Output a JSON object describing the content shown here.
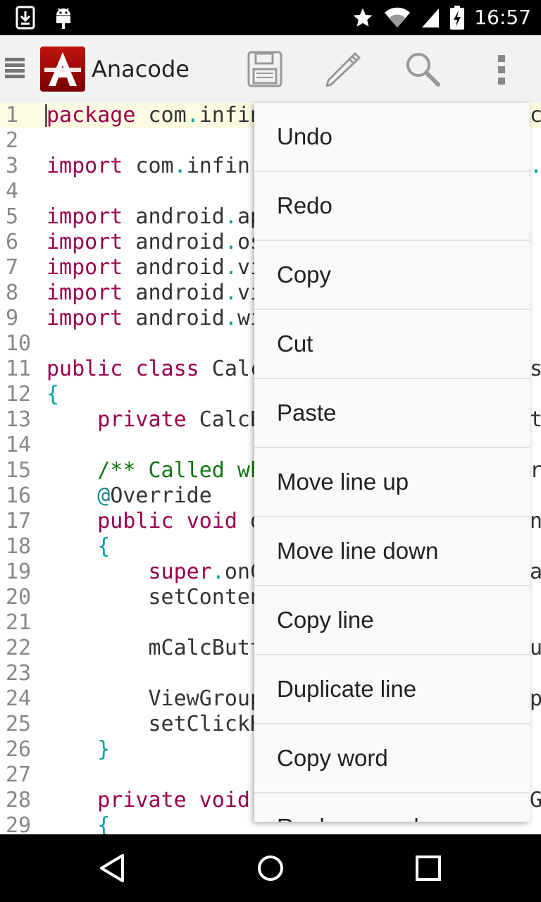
{
  "status_bar": {
    "time": "16:57",
    "icons": [
      "download-icon",
      "android-icon",
      "star-icon",
      "wifi-icon",
      "signal-icon",
      "battery-charging-icon"
    ]
  },
  "app_bar": {
    "title": "Anacode",
    "logo_letter": "A",
    "actions": [
      "drawer-menu-icon",
      "save-icon",
      "pencil-icon",
      "search-icon",
      "overflow-menu-icon"
    ],
    "logo_color": "#b00d0d"
  },
  "editor": {
    "line_numbers": [
      "1",
      "2",
      "3",
      "4",
      "5",
      "6",
      "7",
      "8",
      "9",
      "10",
      "11",
      "12",
      "13",
      "14",
      "15",
      "16",
      "17",
      "18",
      "19",
      "20",
      "21",
      "22",
      "23",
      "24",
      "25",
      "26",
      "27",
      "28",
      "29"
    ],
    "lines": [
      [
        {
          "t": "package",
          "c": "kw"
        },
        {
          "t": " com"
        },
        {
          "t": ".",
          "c": "br"
        },
        {
          "t": "infin"
        }
      ],
      [],
      [
        {
          "t": "import",
          "c": "kw"
        },
        {
          "t": " com"
        },
        {
          "t": ".",
          "c": "br"
        },
        {
          "t": "infin"
        }
      ],
      [],
      [
        {
          "t": "import",
          "c": "kw"
        },
        {
          "t": " android"
        },
        {
          "t": ".",
          "c": "br"
        },
        {
          "t": "ap"
        }
      ],
      [
        {
          "t": "import",
          "c": "kw"
        },
        {
          "t": " android"
        },
        {
          "t": ".",
          "c": "br"
        },
        {
          "t": "os"
        }
      ],
      [
        {
          "t": "import",
          "c": "kw"
        },
        {
          "t": " android"
        },
        {
          "t": ".",
          "c": "br"
        },
        {
          "t": "vi"
        }
      ],
      [
        {
          "t": "import",
          "c": "kw"
        },
        {
          "t": " android"
        },
        {
          "t": ".",
          "c": "br"
        },
        {
          "t": "vi"
        }
      ],
      [
        {
          "t": "import",
          "c": "kw"
        },
        {
          "t": " android"
        },
        {
          "t": ".",
          "c": "br"
        },
        {
          "t": "wi"
        }
      ],
      [],
      [
        {
          "t": "public",
          "c": "kw"
        },
        {
          "t": " "
        },
        {
          "t": "class",
          "c": "kw"
        },
        {
          "t": " Calc"
        }
      ],
      [
        {
          "t": "{",
          "c": "br"
        }
      ],
      [
        {
          "t": "    "
        },
        {
          "t": "private",
          "c": "kw"
        },
        {
          "t": " CalcB"
        }
      ],
      [],
      [
        {
          "t": "    "
        },
        {
          "t": "/** Called wh",
          "c": "cm"
        }
      ],
      [
        {
          "t": "    "
        },
        {
          "t": "@",
          "c": "an"
        },
        {
          "t": "Override"
        }
      ],
      [
        {
          "t": "    "
        },
        {
          "t": "public",
          "c": "kw"
        },
        {
          "t": " "
        },
        {
          "t": "void",
          "c": "kw"
        },
        {
          "t": " o"
        }
      ],
      [
        {
          "t": "    "
        },
        {
          "t": "{",
          "c": "br"
        }
      ],
      [
        {
          "t": "        "
        },
        {
          "t": "super",
          "c": "kw"
        },
        {
          "t": ".",
          "c": "br"
        },
        {
          "t": "onC"
        }
      ],
      [
        {
          "t": "        setConten"
        }
      ],
      [],
      [
        {
          "t": "        mCalcButt"
        }
      ],
      [],
      [
        {
          "t": "        ViewGroup"
        }
      ],
      [
        {
          "t": "        setClickH"
        }
      ],
      [
        {
          "t": "    "
        },
        {
          "t": "}",
          "c": "br"
        }
      ],
      [],
      [
        {
          "t": "    "
        },
        {
          "t": "private",
          "c": "kw"
        },
        {
          "t": " "
        },
        {
          "t": "void",
          "c": "kw"
        }
      ],
      [
        {
          "t": "    "
        },
        {
          "t": "{",
          "c": "br"
        }
      ]
    ],
    "right_fragments": [
      "c",
      "",
      ".",
      "",
      "",
      "",
      "",
      "",
      "",
      "",
      "s",
      "",
      "t",
      "",
      "r",
      "",
      "n",
      "",
      "a",
      "",
      "",
      "u",
      "",
      "p",
      "",
      "",
      "",
      "G",
      ""
    ]
  },
  "popup_menu": {
    "items": [
      "Undo",
      "Redo",
      "Copy",
      "Cut",
      "Paste",
      "Move line up",
      "Move line down",
      "Copy line",
      "Duplicate line",
      "Copy word",
      "Replace word"
    ]
  },
  "nav_bar": {
    "buttons": [
      "back-icon",
      "home-icon",
      "recent-apps-icon"
    ]
  },
  "colors": {
    "keyword": "#99004d",
    "comment": "#117711",
    "bracket": "#00a0a0",
    "current_line": "#fbfbe2"
  }
}
